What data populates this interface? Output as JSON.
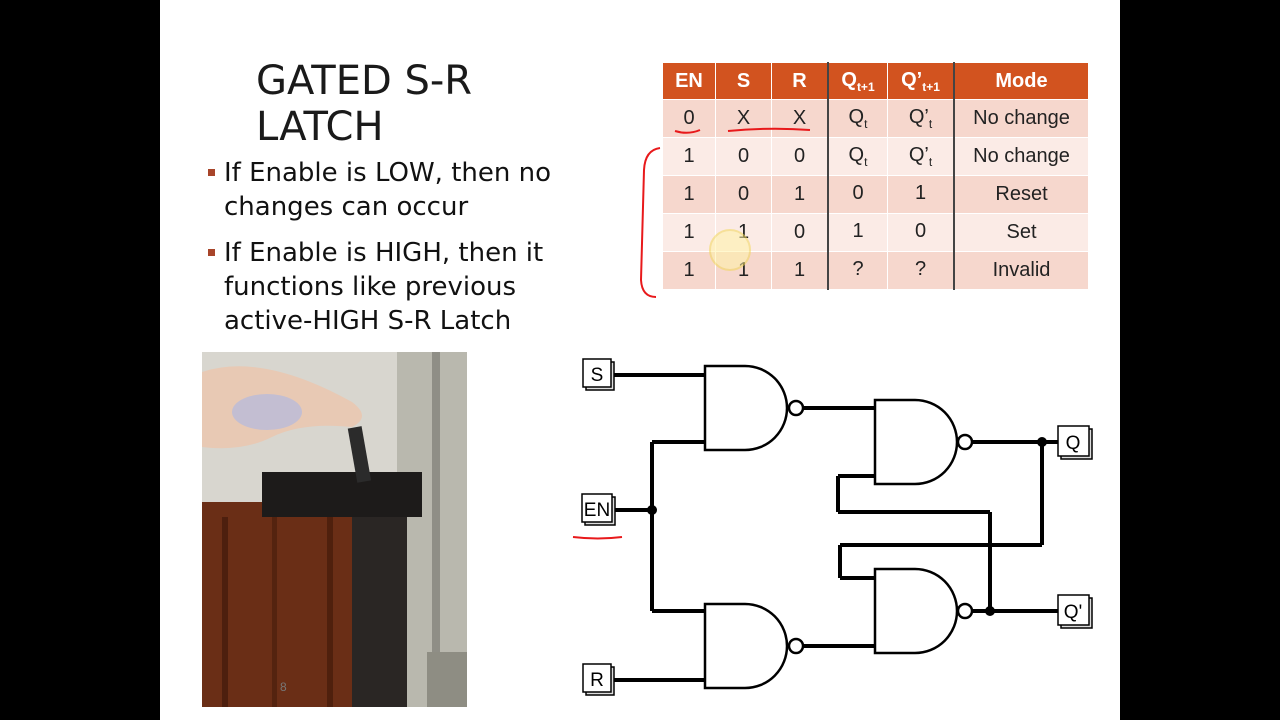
{
  "slide": {
    "title": "GATED S-R LATCH",
    "bullets": [
      {
        "text": "If Enable is LOW, then no changes can occur"
      },
      {
        "text": "If Enable is HIGH, then it functions like previous active-HIGH S-R Latch"
      }
    ],
    "slide_number": "8"
  },
  "truth_table": {
    "headers": {
      "en": "EN",
      "s": "S",
      "r": "R",
      "q_next": "Q",
      "q_next_sub": "t+1",
      "qbar_next": "Q’",
      "qbar_next_sub": "t+1",
      "mode": "Mode"
    },
    "rows": [
      {
        "en": "0",
        "s": "X",
        "r": "X",
        "q": "Q",
        "q_sub": "t",
        "qbar": "Q’",
        "qbar_sub": "t",
        "mode": "No change"
      },
      {
        "en": "1",
        "s": "0",
        "r": "0",
        "q": "Q",
        "q_sub": "t",
        "qbar": "Q’",
        "qbar_sub": "t",
        "mode": "No change"
      },
      {
        "en": "1",
        "s": "0",
        "r": "1",
        "q": "0",
        "q_sub": "",
        "qbar": "1",
        "qbar_sub": "",
        "mode": "Reset"
      },
      {
        "en": "1",
        "s": "1",
        "r": "0",
        "q": "1",
        "q_sub": "",
        "qbar": "0",
        "qbar_sub": "",
        "mode": "Set"
      },
      {
        "en": "1",
        "s": "1",
        "r": "1",
        "q": "?",
        "q_sub": "",
        "qbar": "?",
        "qbar_sub": "",
        "mode": "Invalid"
      }
    ],
    "colors": {
      "header": "#d2531f",
      "row_dark": "#f6d7cd",
      "row_light": "#fbebe6"
    }
  },
  "circuit": {
    "inputs": {
      "s": "S",
      "en": "EN",
      "r": "R"
    },
    "outputs": {
      "q": "Q",
      "qbar": "Q'"
    }
  },
  "annotations": {
    "color": "#e8191b",
    "highlight_color": "#fff3a8"
  }
}
